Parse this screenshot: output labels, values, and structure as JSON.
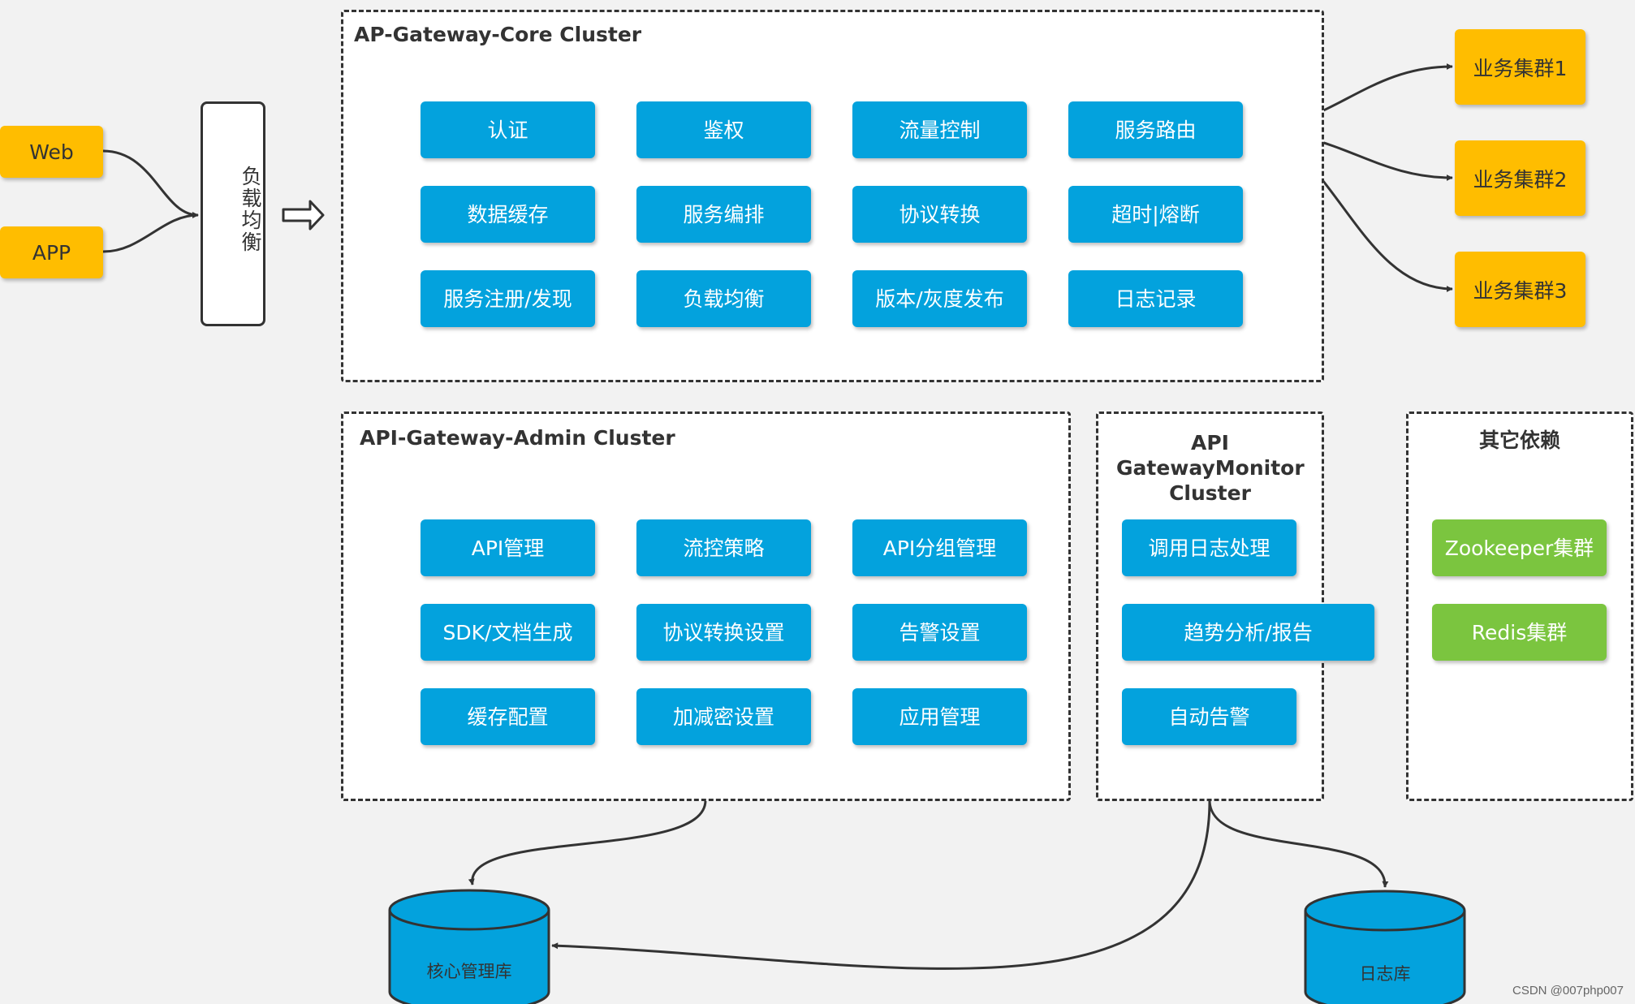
{
  "clients": [
    "Web",
    "APP"
  ],
  "load_balancer": "负载均衡",
  "core_cluster": {
    "title": "AP-Gateway-Core Cluster",
    "modules": [
      "认证",
      "鉴权",
      "流量控制",
      "服务路由",
      "数据缓存",
      "服务编排",
      "协议转换",
      "超时|熔断",
      "服务注册/发现",
      "负载均衡",
      "版本/灰度发布",
      "日志记录"
    ]
  },
  "business_clusters": [
    "业务集群1",
    "业务集群2",
    "业务集群3"
  ],
  "admin_cluster": {
    "title": "API-Gateway-Admin Cluster",
    "modules": [
      "API管理",
      "流控策略",
      "API分组管理",
      "SDK/文档生成",
      "协议转换设置",
      "告警设置",
      "缓存配置",
      "加减密设置",
      "应用管理"
    ]
  },
  "monitor_cluster": {
    "title": "API GatewayMonitor Cluster",
    "modules": [
      "调用日志处理",
      "趋势分析/报告",
      "自动告警"
    ]
  },
  "dependencies": {
    "title": "其它依赖",
    "modules": [
      "Zookeeper集群",
      "Redis集群"
    ]
  },
  "databases": [
    "核心管理库",
    "日志库"
  ],
  "watermark": "CSDN @007php007",
  "colors": {
    "module": "#03a2dd",
    "client": "#ffbd00",
    "dependency": "#7bc53f",
    "background": "#f2f2f2"
  }
}
